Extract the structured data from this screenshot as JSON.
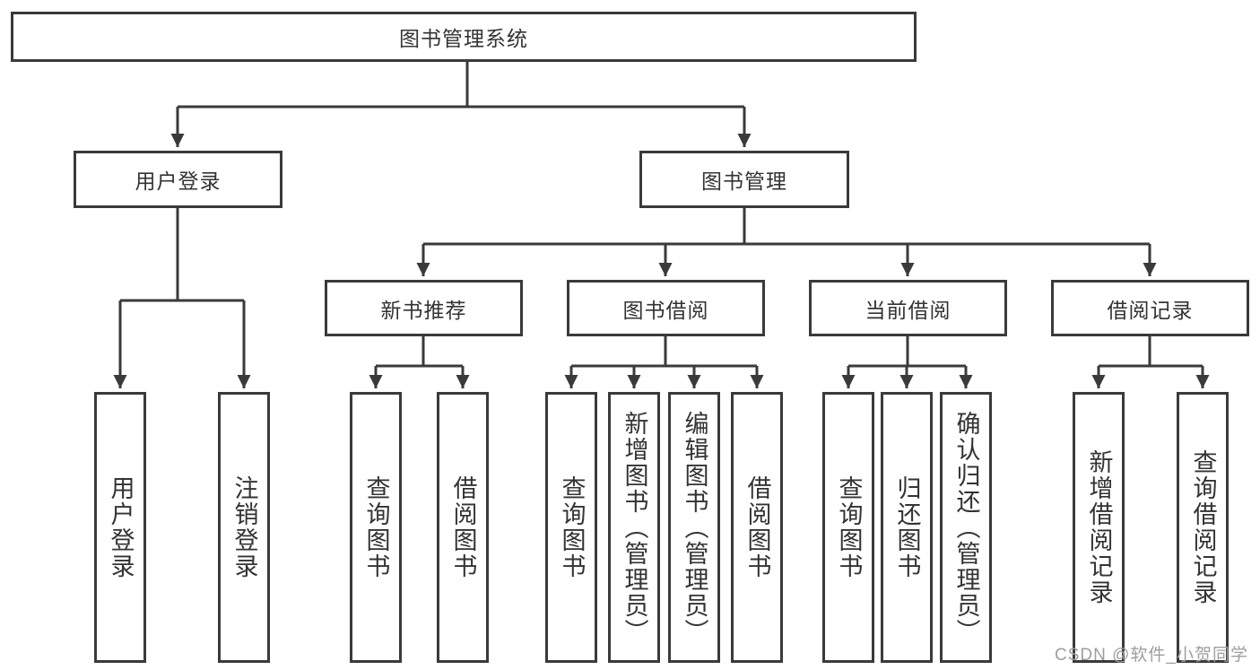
{
  "nodes": {
    "root": {
      "label": "图书管理系统"
    },
    "l2": [
      {
        "label": "用户登录"
      },
      {
        "label": "图书管理"
      }
    ],
    "l3": [
      {
        "label": "新书推荐"
      },
      {
        "label": "图书借阅"
      },
      {
        "label": "当前借阅"
      },
      {
        "label": "借阅记录"
      }
    ],
    "leaves": {
      "user_login": [
        "用户登录",
        "注销登录"
      ],
      "new_book": [
        "查询图书",
        "借阅图书"
      ],
      "book_borrow": [
        "查询图书",
        "新增图书（管理员）",
        "编辑图书（管理员）",
        "借阅图书"
      ],
      "current_borrow": [
        "查询图书",
        "归还图书",
        "确认归还（管理员）"
      ],
      "borrow_records": [
        "新增借阅记录",
        "查询借阅记录"
      ]
    }
  },
  "watermark": {
    "text": "CSDN @软件_小贺同学"
  },
  "colors": {
    "line": "#3a3a3a",
    "text": "#333333",
    "watermark": "#9e9e9e",
    "background": "#ffffff",
    "box_fill": "#ffffff"
  }
}
